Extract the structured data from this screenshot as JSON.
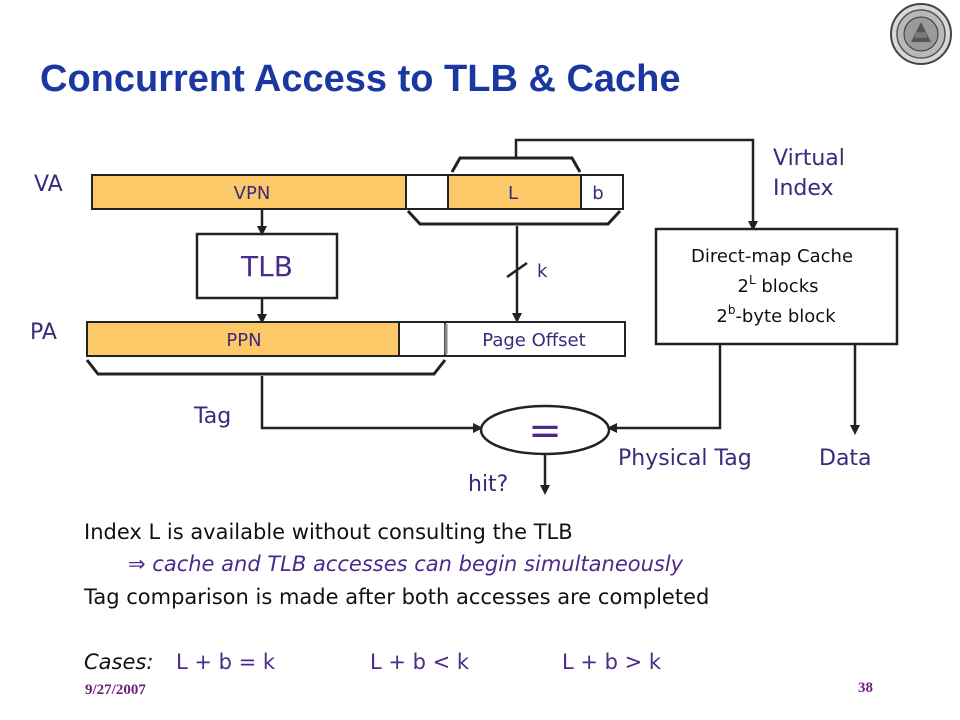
{
  "slide": {
    "title": "Concurrent Access to TLB & Cache",
    "date": "9/27/2007",
    "page_number": "38"
  },
  "diagram": {
    "va_label": "VA",
    "pa_label": "PA",
    "vpn_label": "VPN",
    "l_label": "L",
    "b_label": "b",
    "tlb_label": "TLB",
    "k_label": "k",
    "ppn_label": "PPN",
    "page_offset_label": "Page Offset",
    "virtual_index_line1": "Virtual",
    "virtual_index_line2": "Index",
    "cache_line1": "Direct-map Cache",
    "cache_line2_base": "2",
    "cache_line2_sup": "L",
    "cache_line2_rest": " blocks",
    "cache_line3_base": "2",
    "cache_line3_sup": "b",
    "cache_line3_rest": "-byte block",
    "tag_label": "Tag",
    "compare_symbol": "=",
    "physical_tag_label": "Physical Tag",
    "data_label": "Data",
    "hit_label": "hit?",
    "colors": {
      "field_fill": "#fdc968",
      "label_purple": "#3b2a7a"
    }
  },
  "body": {
    "line1": "Index L is available without consulting the TLB",
    "line2_symbol": "⇒",
    "line2": " cache and TLB accesses can begin simultaneously",
    "line3": "Tag comparison is made after both accesses are completed",
    "cases_label": "Cases:",
    "case1": "L + b = k",
    "case2": "L + b < k",
    "case3": "L + b > k"
  }
}
